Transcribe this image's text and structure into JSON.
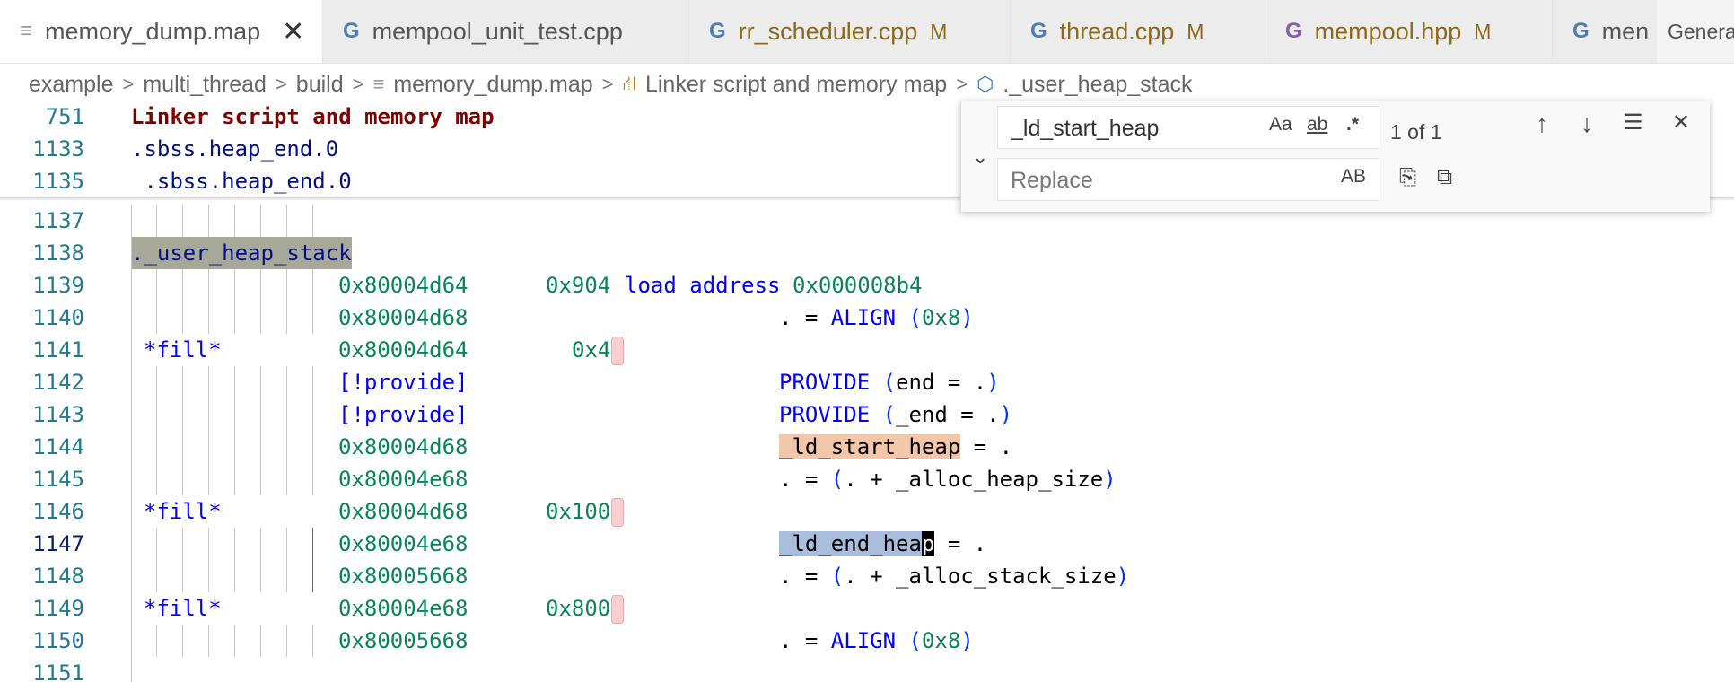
{
  "tabs": [
    {
      "label": "memory_dump.map",
      "icon": "≡",
      "active": true,
      "modified": "",
      "close": "✕"
    },
    {
      "label": "mempool_unit_test.cpp",
      "icon": "G",
      "active": false,
      "modified": ""
    },
    {
      "label": "rr_scheduler.cpp",
      "icon": "G",
      "active": false,
      "modified": "M"
    },
    {
      "label": "thread.cpp",
      "icon": "G",
      "active": false,
      "modified": "M"
    },
    {
      "label": "mempool.hpp",
      "icon": "G",
      "active": false,
      "modified": "M"
    },
    {
      "label": "men",
      "icon": "G",
      "active": false,
      "modified": ""
    }
  ],
  "tab_overflow_label": "Genera",
  "breadcrumb": [
    "example",
    "multi_thread",
    "build",
    "memory_dump.map",
    "Linker script and memory map",
    "._user_heap_stack"
  ],
  "sticky": [
    {
      "num": "751",
      "text": "Linker script and memory map"
    },
    {
      "num": "1133",
      "text": ".sbss.heap_end.0"
    },
    {
      "num": "1135",
      "text": " .sbss.heap_end.0"
    }
  ],
  "lines": [
    {
      "num": "1137"
    },
    {
      "num": "1138",
      "sel": "._user_heap_stack"
    },
    {
      "num": "1139",
      "addr": "0x80004d64",
      "size": "0x904",
      "load": "load address",
      "loadaddr": "0x000008b4"
    },
    {
      "num": "1140",
      "addr": "0x80004d68",
      "a": ". = ",
      "kw": "ALIGN",
      "o": "(",
      "v": "0x8",
      "c": ")"
    },
    {
      "num": "1141",
      "fill": "*fill*",
      "addr": "0x80004d64",
      "size": "0x4"
    },
    {
      "num": "1142",
      "addr": "[!provide]",
      "kw": "PROVIDE",
      "o": "(",
      "t": "end = .",
      "c": ")"
    },
    {
      "num": "1143",
      "addr": "[!provide]",
      "kw": "PROVIDE",
      "o": "(",
      "t": "_end = .",
      "c": ")"
    },
    {
      "num": "1144",
      "addr": "0x80004d68",
      "sym": "_ld_start_heap",
      "t": " = ."
    },
    {
      "num": "1145",
      "addr": "0x80004e68",
      "a": ". = ",
      "o": "(",
      "t": ". + _alloc_heap_size",
      "c": ")"
    },
    {
      "num": "1146",
      "fill": "*fill*",
      "addr": "0x80004d68",
      "size": "0x100"
    },
    {
      "num": "1147",
      "addr": "0x80004e68",
      "sym": "_ld_end_hea",
      "cur": "p",
      "t": " = ."
    },
    {
      "num": "1148",
      "addr": "0x80005668",
      "a": ". = ",
      "o": "(",
      "t": ". + _alloc_stack_size",
      "c": ")"
    },
    {
      "num": "1149",
      "fill": "*fill*",
      "addr": "0x80004e68",
      "size": "0x800"
    },
    {
      "num": "1150",
      "addr": "0x80005668",
      "a": ". = ",
      "kw": "ALIGN",
      "o": "(",
      "v": "0x8",
      "c": ")"
    },
    {
      "num": "1151"
    }
  ],
  "find": {
    "value": "_ld_start_heap",
    "count": "1 of 1",
    "replace_placeholder": "Replace",
    "opt_case": "Aa",
    "opt_word": "ab",
    "opt_regex": ".*",
    "opt_preserve": "AB",
    "toggle": "⌄",
    "up": "↑",
    "down": "↓",
    "close": "✕"
  }
}
